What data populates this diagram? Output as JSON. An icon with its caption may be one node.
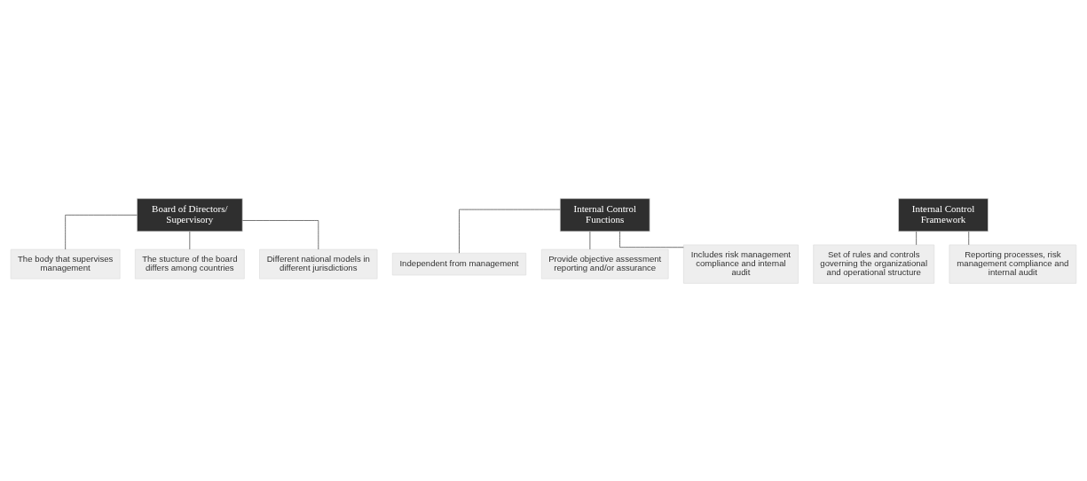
{
  "diagram": {
    "nodes": [
      {
        "text": [
          "Board of Directors/ Supervisory"
        ]
      },
      {
        "text": [
          "The body that supervises management"
        ]
      },
      {
        "text": [
          "The stucture of the board differs among countries"
        ]
      },
      {
        "text": [
          "Different national models in different jurisdictions"
        ]
      },
      {
        "text": [
          "Internal Control Functions"
        ]
      },
      {
        "text": [
          "Independent from management"
        ]
      },
      {
        "text": [
          "Provide objective assessment reporting and/or assurance"
        ]
      },
      {
        "text": [
          "Includes risk management compliance and internal audit"
        ]
      },
      {
        "text": [
          "Internal Control Framework"
        ]
      },
      {
        "text": [
          "Set of rules and controls governing the organizational and operational structure"
        ]
      },
      {
        "text": [
          "Reporting processes, risk management compliance and internal audit"
        ]
      }
    ],
    "edges": [
      {
        "from": 0,
        "to": 1,
        "arrow": "none"
      },
      {
        "from": 0,
        "to": 2,
        "arrow": "none"
      },
      {
        "from": 0,
        "to": 3,
        "arrow": "none"
      },
      {
        "from": 4,
        "to": 5,
        "arrow": "none"
      },
      {
        "from": 4,
        "to": 6,
        "arrow": "none"
      },
      {
        "from": 4,
        "to": 7,
        "arrow": "none"
      },
      {
        "from": 8,
        "to": 9,
        "arrow": "none"
      },
      {
        "from": 8,
        "to": 10,
        "arrow": "none"
      }
    ]
  }
}
